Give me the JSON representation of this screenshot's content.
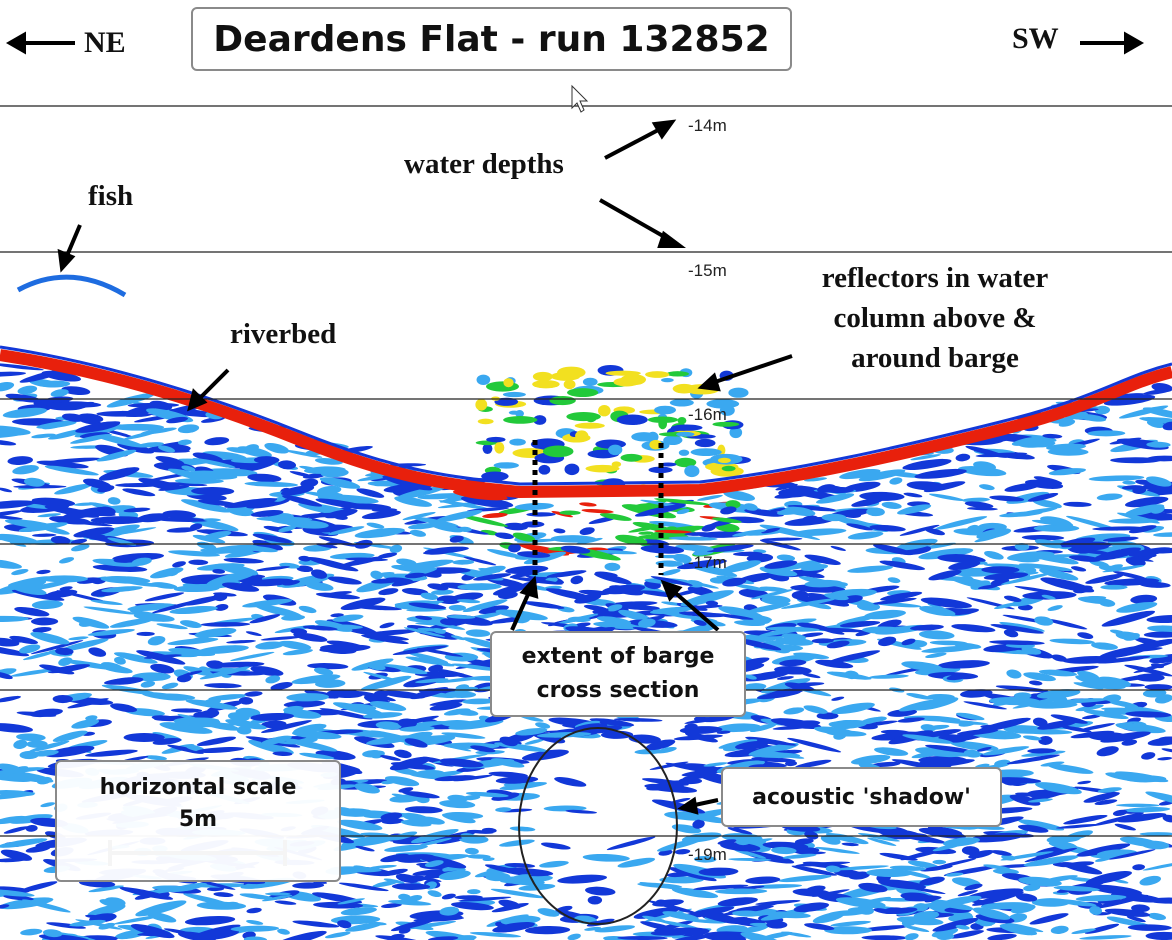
{
  "title": "Deardens Flat - run 132852",
  "directions": {
    "left": "NE",
    "right": "SW"
  },
  "depth_labels": [
    "-14m",
    "-15m",
    "-16m",
    "-17m",
    "-19m"
  ],
  "annotations": {
    "water_depths": "water depths",
    "fish": "fish",
    "riverbed": "riverbed",
    "reflectors_line1": "reflectors in water",
    "reflectors_line2": "column above &",
    "reflectors_line3": "around barge",
    "barge_line1": "extent of barge",
    "barge_line2": "cross section",
    "shadow": "acoustic 'shadow'",
    "scale_line1": "horizontal scale",
    "scale_line2": "5m"
  },
  "colors": {
    "riverbed": "#e8200c",
    "strong": "#22c93a",
    "medium": "#1238d8",
    "weak": "#3aa8f0",
    "highlight": "#f2e020"
  }
}
